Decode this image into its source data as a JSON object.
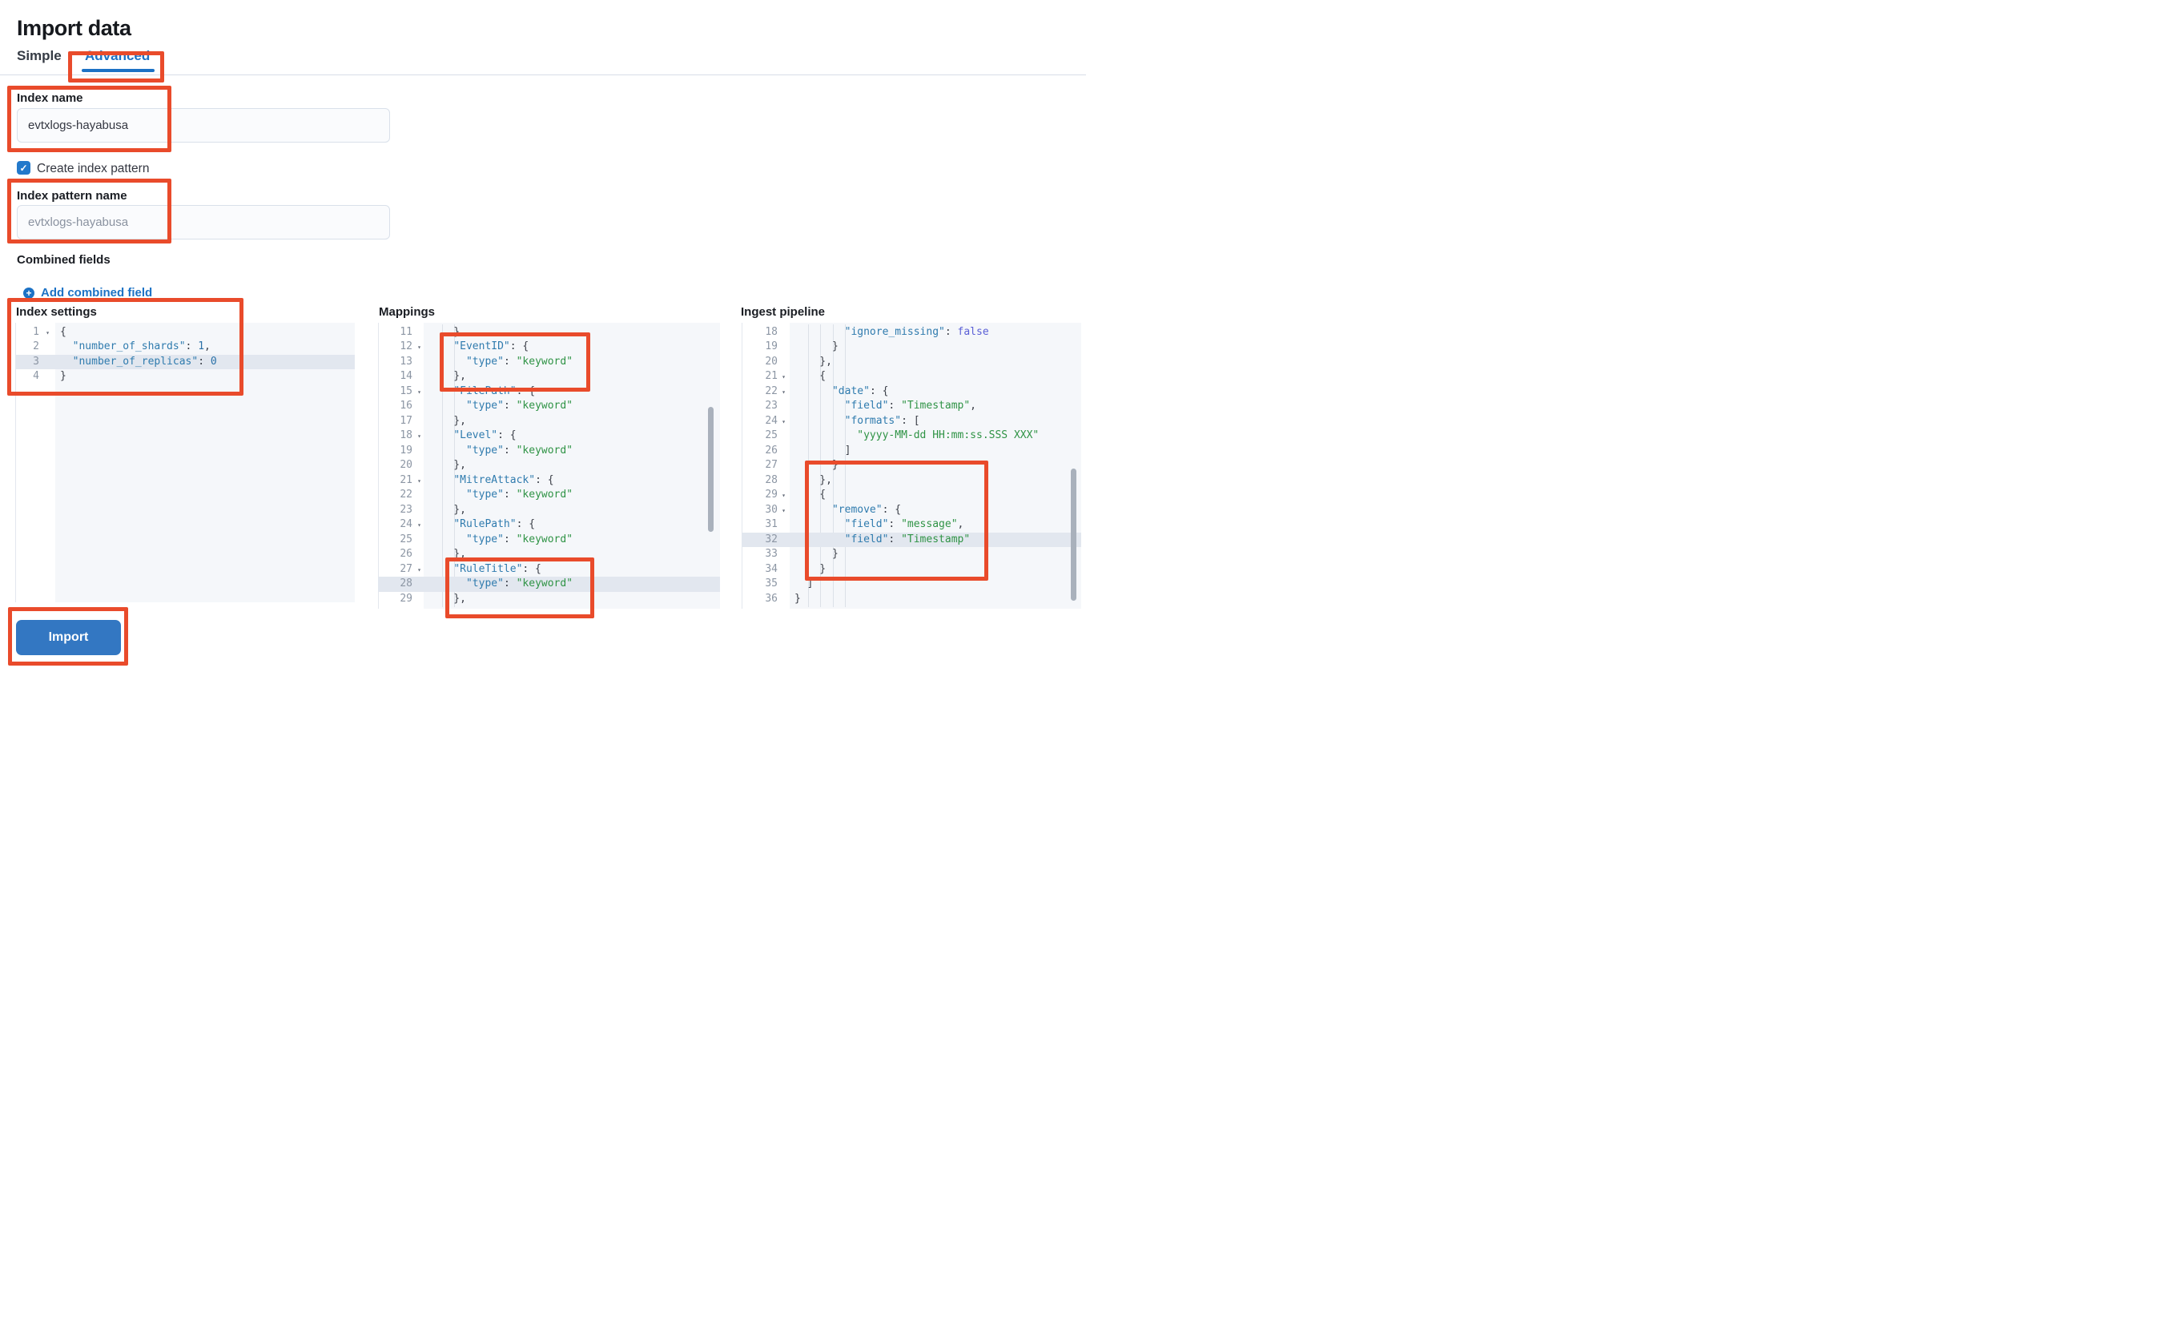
{
  "page": {
    "title": "Import data"
  },
  "tabs": [
    {
      "label": "Simple",
      "active": false
    },
    {
      "label": "Advanced",
      "active": true
    }
  ],
  "form": {
    "index_name": {
      "label": "Index name",
      "value": "evtxlogs-hayabusa"
    },
    "create_index_pattern": {
      "label": "Create index pattern",
      "checked": true
    },
    "index_pattern_name": {
      "label": "Index pattern name",
      "placeholder": "evtxlogs-hayabusa"
    },
    "combined_fields": {
      "label": "Combined fields",
      "add_label": "Add combined field"
    }
  },
  "editors": {
    "index_settings": {
      "label": "Index settings",
      "active_line": 3,
      "lines": [
        {
          "n": 1,
          "fold": true,
          "seg": [
            [
              "p",
              "{"
            ]
          ]
        },
        {
          "n": 2,
          "seg": [
            [
              "p",
              "  "
            ],
            [
              "k",
              "\"number_of_shards\""
            ],
            [
              "p",
              ": "
            ],
            [
              "n",
              "1"
            ],
            [
              "p",
              ","
            ]
          ]
        },
        {
          "n": 3,
          "seg": [
            [
              "p",
              "  "
            ],
            [
              "k",
              "\"number_of_replicas\""
            ],
            [
              "p",
              ": "
            ],
            [
              "n",
              "0"
            ]
          ]
        },
        {
          "n": 4,
          "seg": [
            [
              "p",
              "}"
            ]
          ]
        }
      ]
    },
    "mappings": {
      "label": "Mappings",
      "active_line": 28,
      "lines": [
        {
          "n": 11,
          "seg": [
            [
              "p",
              "    },"
            ]
          ]
        },
        {
          "n": 12,
          "fold": true,
          "seg": [
            [
              "p",
              "    "
            ],
            [
              "k",
              "\"EventID\""
            ],
            [
              "p",
              ": {"
            ]
          ]
        },
        {
          "n": 13,
          "seg": [
            [
              "p",
              "      "
            ],
            [
              "k",
              "\"type\""
            ],
            [
              "p",
              ": "
            ],
            [
              "s",
              "\"keyword\""
            ]
          ]
        },
        {
          "n": 14,
          "seg": [
            [
              "p",
              "    },"
            ]
          ]
        },
        {
          "n": 15,
          "fold": true,
          "seg": [
            [
              "p",
              "    "
            ],
            [
              "k",
              "\"FilePath\""
            ],
            [
              "p",
              ": {"
            ]
          ]
        },
        {
          "n": 16,
          "seg": [
            [
              "p",
              "      "
            ],
            [
              "k",
              "\"type\""
            ],
            [
              "p",
              ": "
            ],
            [
              "s",
              "\"keyword\""
            ]
          ]
        },
        {
          "n": 17,
          "seg": [
            [
              "p",
              "    },"
            ]
          ]
        },
        {
          "n": 18,
          "fold": true,
          "seg": [
            [
              "p",
              "    "
            ],
            [
              "k",
              "\"Level\""
            ],
            [
              "p",
              ": {"
            ]
          ]
        },
        {
          "n": 19,
          "seg": [
            [
              "p",
              "      "
            ],
            [
              "k",
              "\"type\""
            ],
            [
              "p",
              ": "
            ],
            [
              "s",
              "\"keyword\""
            ]
          ]
        },
        {
          "n": 20,
          "seg": [
            [
              "p",
              "    },"
            ]
          ]
        },
        {
          "n": 21,
          "fold": true,
          "seg": [
            [
              "p",
              "    "
            ],
            [
              "k",
              "\"MitreAttack\""
            ],
            [
              "p",
              ": {"
            ]
          ]
        },
        {
          "n": 22,
          "seg": [
            [
              "p",
              "      "
            ],
            [
              "k",
              "\"type\""
            ],
            [
              "p",
              ": "
            ],
            [
              "s",
              "\"keyword\""
            ]
          ]
        },
        {
          "n": 23,
          "seg": [
            [
              "p",
              "    },"
            ]
          ]
        },
        {
          "n": 24,
          "fold": true,
          "seg": [
            [
              "p",
              "    "
            ],
            [
              "k",
              "\"RulePath\""
            ],
            [
              "p",
              ": {"
            ]
          ]
        },
        {
          "n": 25,
          "seg": [
            [
              "p",
              "      "
            ],
            [
              "k",
              "\"type\""
            ],
            [
              "p",
              ": "
            ],
            [
              "s",
              "\"keyword\""
            ]
          ]
        },
        {
          "n": 26,
          "seg": [
            [
              "p",
              "    },"
            ]
          ]
        },
        {
          "n": 27,
          "fold": true,
          "seg": [
            [
              "p",
              "    "
            ],
            [
              "k",
              "\"RuleTitle\""
            ],
            [
              "p",
              ": {"
            ]
          ]
        },
        {
          "n": 28,
          "seg": [
            [
              "p",
              "      "
            ],
            [
              "k",
              "\"type\""
            ],
            [
              "p",
              ": "
            ],
            [
              "s",
              "\"keyword\""
            ]
          ]
        },
        {
          "n": 29,
          "seg": [
            [
              "p",
              "    },"
            ]
          ]
        }
      ]
    },
    "ingest_pipeline": {
      "label": "Ingest pipeline",
      "active_line": 32,
      "lines": [
        {
          "n": 18,
          "seg": [
            [
              "p",
              "        "
            ],
            [
              "k",
              "\"ignore_missing\""
            ],
            [
              "p",
              ": "
            ],
            [
              "b",
              "false"
            ]
          ]
        },
        {
          "n": 19,
          "seg": [
            [
              "p",
              "      }"
            ]
          ]
        },
        {
          "n": 20,
          "seg": [
            [
              "p",
              "    },"
            ]
          ]
        },
        {
          "n": 21,
          "fold": true,
          "seg": [
            [
              "p",
              "    {"
            ]
          ]
        },
        {
          "n": 22,
          "fold": true,
          "seg": [
            [
              "p",
              "      "
            ],
            [
              "k",
              "\"date\""
            ],
            [
              "p",
              ": {"
            ]
          ]
        },
        {
          "n": 23,
          "seg": [
            [
              "p",
              "        "
            ],
            [
              "k",
              "\"field\""
            ],
            [
              "p",
              ": "
            ],
            [
              "s",
              "\"Timestamp\""
            ],
            [
              "p",
              ","
            ]
          ]
        },
        {
          "n": 24,
          "fold": true,
          "seg": [
            [
              "p",
              "        "
            ],
            [
              "k",
              "\"formats\""
            ],
            [
              "p",
              ": ["
            ]
          ]
        },
        {
          "n": 25,
          "seg": [
            [
              "p",
              "          "
            ],
            [
              "s",
              "\"yyyy-MM-dd HH:mm:ss.SSS XXX\""
            ]
          ]
        },
        {
          "n": 26,
          "seg": [
            [
              "p",
              "        ]"
            ]
          ]
        },
        {
          "n": 27,
          "seg": [
            [
              "p",
              "      }"
            ]
          ]
        },
        {
          "n": 28,
          "seg": [
            [
              "p",
              "    },"
            ]
          ]
        },
        {
          "n": 29,
          "fold": true,
          "seg": [
            [
              "p",
              "    {"
            ]
          ]
        },
        {
          "n": 30,
          "fold": true,
          "seg": [
            [
              "p",
              "      "
            ],
            [
              "k",
              "\"remove\""
            ],
            [
              "p",
              ": {"
            ]
          ]
        },
        {
          "n": 31,
          "seg": [
            [
              "p",
              "        "
            ],
            [
              "k",
              "\"field\""
            ],
            [
              "p",
              ": "
            ],
            [
              "s",
              "\"message\""
            ],
            [
              "p",
              ","
            ]
          ]
        },
        {
          "n": 32,
          "seg": [
            [
              "p",
              "        "
            ],
            [
              "k",
              "\"field\""
            ],
            [
              "p",
              ": "
            ],
            [
              "s",
              "\"Timestamp\""
            ]
          ]
        },
        {
          "n": 33,
          "seg": [
            [
              "p",
              "      }"
            ]
          ]
        },
        {
          "n": 34,
          "seg": [
            [
              "p",
              "    }"
            ]
          ]
        },
        {
          "n": 35,
          "seg": [
            [
              "p",
              "  ]"
            ]
          ]
        },
        {
          "n": 36,
          "seg": [
            [
              "p",
              "}"
            ]
          ]
        }
      ]
    }
  },
  "actions": {
    "import": "Import"
  },
  "icons": {
    "checkbox_check": "✓",
    "add_plus": "+",
    "fold_arrow": "▾"
  },
  "colors": {
    "annotation_red": "#E94B2B",
    "accent_blue": "#1C72C5",
    "button_blue": "#3377C2",
    "checkbox_blue": "#2379CB",
    "code_key": "#2F7BAE",
    "code_string": "#2F9345",
    "code_number": "#2A71A8",
    "code_boolean": "#5A5FD6",
    "active_line_bg": "#E2E7EF",
    "editor_bg": "#F5F7FA"
  }
}
